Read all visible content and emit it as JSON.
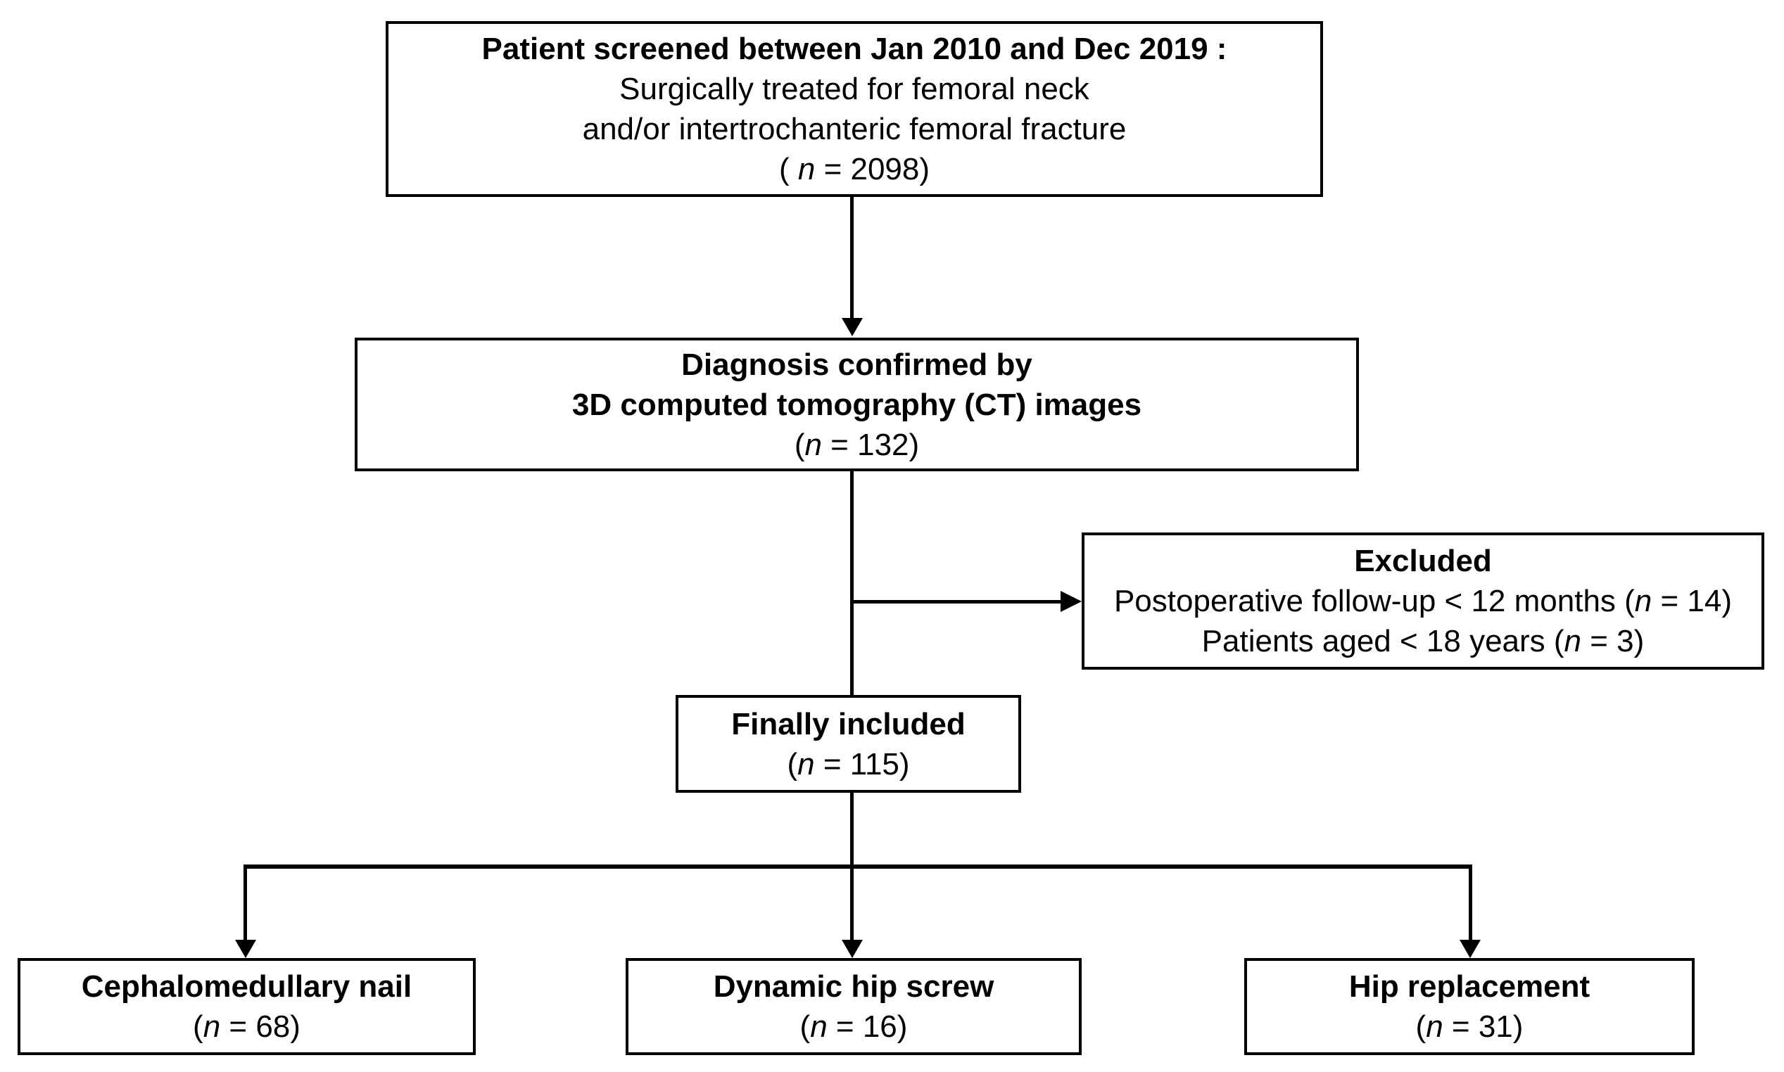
{
  "italic_n": "n",
  "colors": {
    "background": "#ffffff",
    "box_border": "#000000",
    "line": "#000000",
    "text": "#000000"
  },
  "boxes": {
    "screened": {
      "title": "Patient screened between Jan 2010 and Dec 2019 :",
      "line2": "Surgically treated for femoral neck",
      "line3": "and/or intertrochanteric femoral fracture",
      "count_open": "( ",
      "count_close": " = 2098)"
    },
    "diagnosis": {
      "title1": "Diagnosis confirmed by",
      "title2": "3D computed tomography (CT) images",
      "count_open": "(",
      "count_close": " = 132)"
    },
    "excluded": {
      "title": "Excluded",
      "reason1_pre": "Postoperative follow-up < 12 months (",
      "reason1_post": " = 14)",
      "reason2_pre": "Patients aged < 18 years (",
      "reason2_post": " = 3)"
    },
    "included": {
      "title": "Finally included",
      "count_open": "(",
      "count_close": " = 115)"
    },
    "cephalomedullary": {
      "title": "Cephalomedullary nail",
      "count_open": "(",
      "count_close": " = 68)"
    },
    "dynamic_hip_screw": {
      "title": "Dynamic hip screw",
      "count_open": "(",
      "count_close": " = 16)"
    },
    "hip_replacement": {
      "title": "Hip replacement",
      "count_open": "(",
      "count_close": " = 31)"
    }
  }
}
